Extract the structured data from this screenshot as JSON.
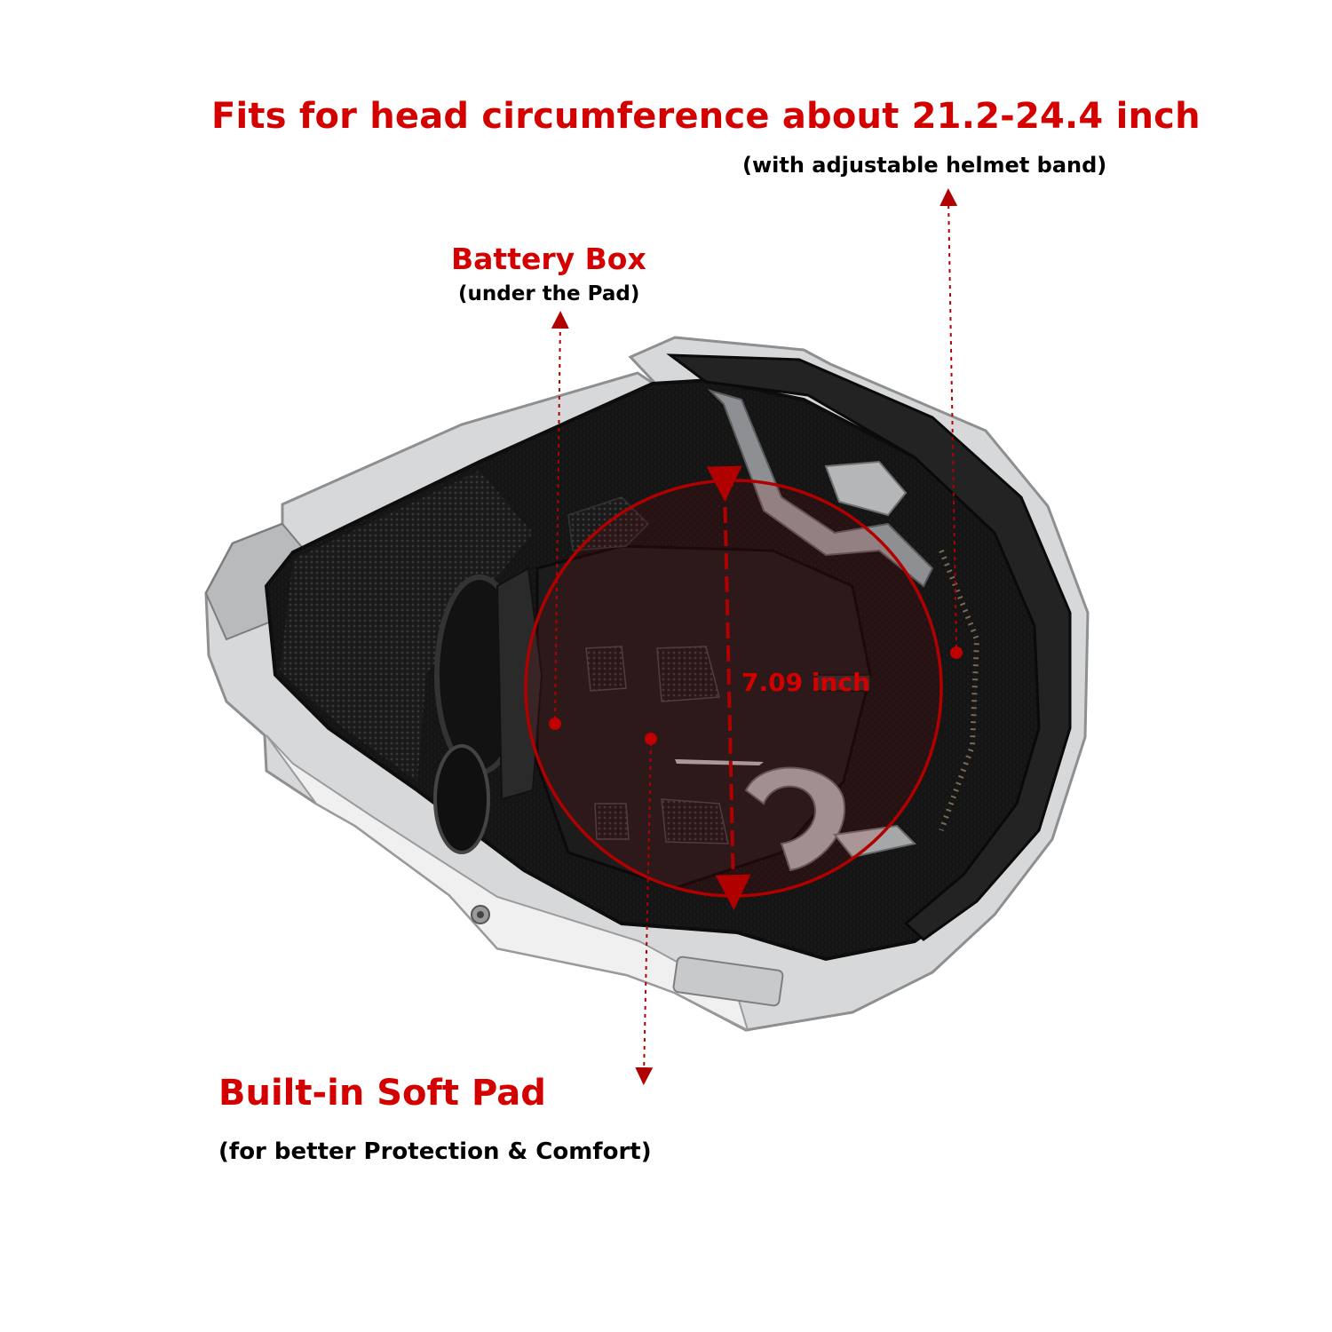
{
  "annotations": {
    "headline": "Fits for head circumference about 21.2-24.4 inch",
    "headline_note": "(with adjustable helmet band)",
    "battery_title": "Battery Box",
    "battery_note": "(under the Pad)",
    "pad_title": "Built-in Soft Pad",
    "pad_note": "(for better Protection & Comfort)",
    "measurement": "7.09 inch"
  },
  "colors": {
    "accent": "#d40000",
    "text": "#000000",
    "background": "#ffffff"
  }
}
